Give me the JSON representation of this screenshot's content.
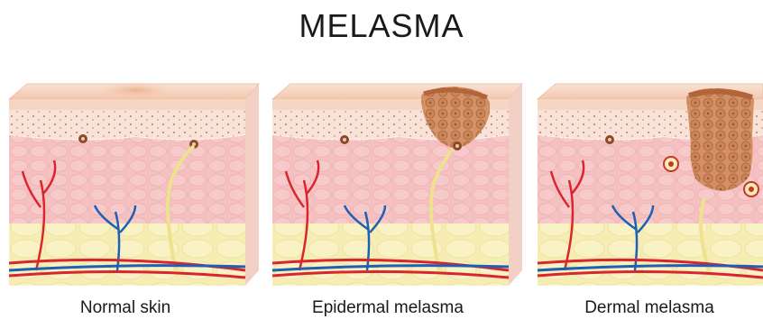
{
  "title": "MELASMA",
  "panels": [
    {
      "label": "Normal skin",
      "pigment": "none"
    },
    {
      "label": "Epidermal melasma",
      "pigment": "epidermal"
    },
    {
      "label": "Dermal melasma",
      "pigment": "dermal"
    }
  ],
  "colors": {
    "stratum_top": "#f6d2bf",
    "epidermis": "#f8ddd2",
    "dermis": "#f4c0c0",
    "fat": "#f6edb5",
    "artery": "#d9262e",
    "vein": "#1f5fb4",
    "nerve": "#f1e79c",
    "pigment": "#c97a4a"
  }
}
